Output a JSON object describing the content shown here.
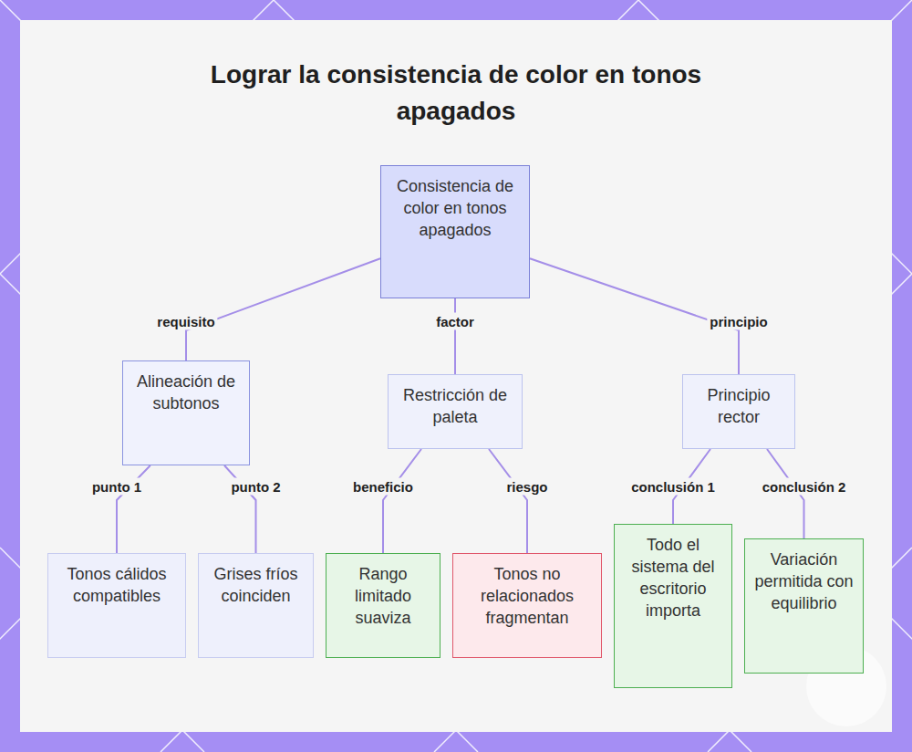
{
  "diagram": {
    "title": "Lograr la consistencia de color en tonos apagados",
    "nodes": [
      {
        "text": [
          "Consistencia de color en tonos apagados"
        ]
      },
      {
        "text": [
          "Alineación de subtonos"
        ]
      },
      {
        "text": [
          "Restricción de paleta"
        ]
      },
      {
        "text": [
          "Principio rector"
        ]
      },
      {
        "text": [
          "Tonos cálidos compatibles"
        ]
      },
      {
        "text": [
          "Grises fríos coinciden"
        ]
      },
      {
        "text": [
          "Rango limitado suaviza"
        ]
      },
      {
        "text": [
          "Tonos no relacionados fragmentan"
        ]
      },
      {
        "text": [
          "Todo el sistema del escritorio importa"
        ]
      },
      {
        "text": [
          "Variación permitida con equilibrio"
        ]
      }
    ],
    "edges": [
      {
        "from": 0,
        "to": 1,
        "label": "requisito",
        "arrow": "none"
      },
      {
        "from": 0,
        "to": 2,
        "label": "factor",
        "arrow": "none"
      },
      {
        "from": 0,
        "to": 3,
        "label": "principio",
        "arrow": "none"
      },
      {
        "from": 1,
        "to": 4,
        "label": "punto 1",
        "arrow": "none"
      },
      {
        "from": 1,
        "to": 5,
        "label": "punto 2",
        "arrow": "none"
      },
      {
        "from": 2,
        "to": 6,
        "label": "beneficio",
        "arrow": "none"
      },
      {
        "from": 2,
        "to": 7,
        "label": "riesgo",
        "arrow": "none"
      },
      {
        "from": 3,
        "to": 8,
        "label": "conclusión 1",
        "arrow": "none"
      },
      {
        "from": 3,
        "to": 9,
        "label": "conclusión 2",
        "arrow": "none"
      }
    ]
  }
}
